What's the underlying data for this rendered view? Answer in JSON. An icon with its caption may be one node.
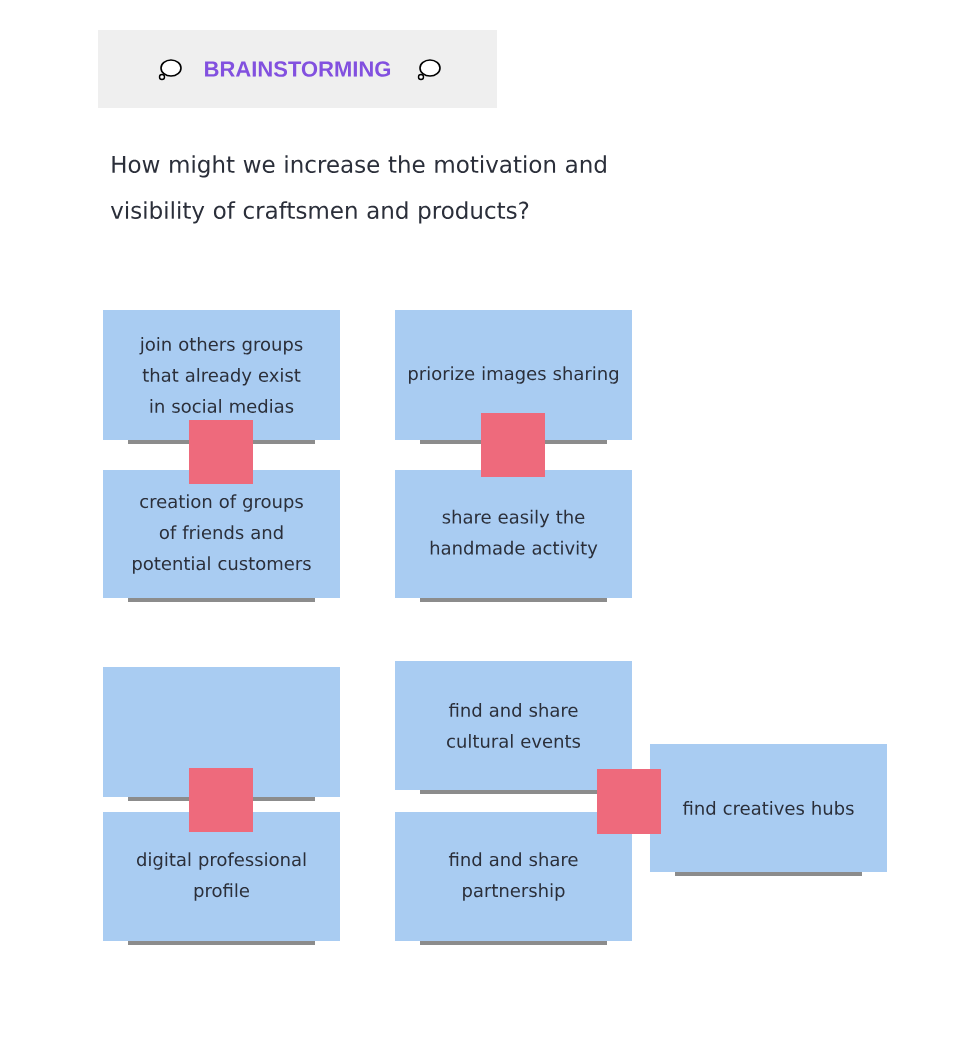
{
  "diagram": {
    "nodes": [
      {
        "text": [
          "BRAINSTORMING"
        ]
      },
      {
        "text": [
          "join others groups that already exist in social medias"
        ]
      },
      {
        "text": [
          "priorize images sharing"
        ]
      },
      {
        "text": [],
        "shape": "box"
      },
      {
        "text": [],
        "shape": "box"
      },
      {
        "text": [
          "creation of groups of friends and potential customers"
        ]
      },
      {
        "text": [
          "share easily the handmade activity"
        ]
      },
      {
        "text": [],
        "shape": "box"
      },
      {
        "text": [
          "find and share cultural events"
        ]
      },
      {
        "text": [
          "find creatives hubs"
        ]
      },
      {
        "text": [],
        "shape": "box"
      },
      {
        "text": [],
        "shape": "box"
      },
      {
        "text": [
          "digital professional profile"
        ]
      },
      {
        "text": [
          "find and share partnership"
        ]
      }
    ],
    "labels": [
      "How might we increase the motivation and visibility of craftsmen and products?"
    ]
  }
}
